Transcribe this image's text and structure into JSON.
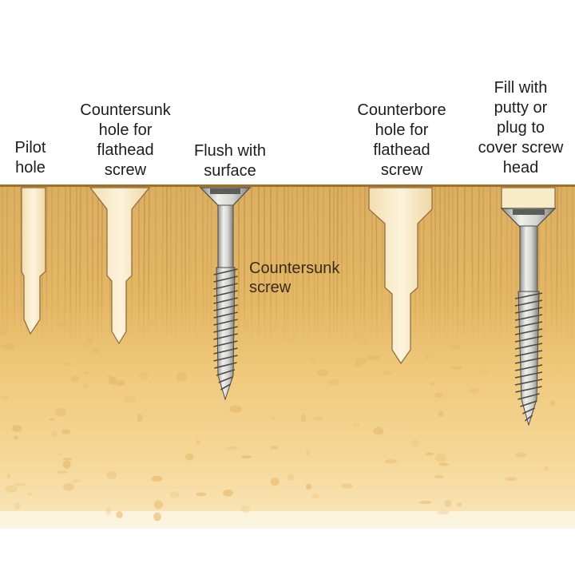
{
  "labels": {
    "pilot": [
      "Pilot",
      "hole"
    ],
    "countersunk_hole": [
      "Countersunk",
      "hole for",
      "flathead",
      "screw"
    ],
    "flush": [
      "Flush with",
      "surface"
    ],
    "counterbore": [
      "Counterbore",
      "hole for",
      "flathead",
      "screw"
    ],
    "fill": [
      "Fill with",
      "putty or",
      "plug to",
      "cover screw",
      "head"
    ],
    "screw": [
      "Countersunk",
      "screw"
    ]
  },
  "colors": {
    "wood_top": "#e3b25f",
    "wood_bottom": "#f6dca4",
    "grain": "#b9843a",
    "hole": "#fbefcf",
    "metal_light": "#e6e6e2",
    "metal_dark": "#8c8c88",
    "plug": "#f8ecc8"
  }
}
